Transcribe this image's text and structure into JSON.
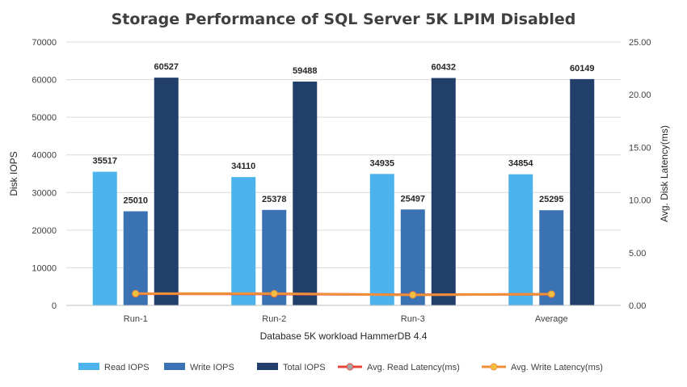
{
  "chart_data": {
    "type": "bar",
    "title": "Storage Performance of SQL Server 5K LPIM Disabled",
    "xlabel": "Database 5K workload HammerDB 4.4",
    "ylabel": "Disk IOPS",
    "y2label": "Avg. Disk Latency(ms)",
    "ylim": [
      0,
      70000
    ],
    "y2lim": [
      0,
      25
    ],
    "yticks": [
      "0",
      "10000",
      "20000",
      "30000",
      "40000",
      "50000",
      "60000",
      "70000"
    ],
    "y2ticks": [
      "0.00",
      "5.00",
      "10.00",
      "15.00",
      "20.00",
      "25.00"
    ],
    "grid": true,
    "legend_position": "bottom",
    "categories": [
      "Run-1",
      "Run-2",
      "Run-3",
      "Average"
    ],
    "series": [
      {
        "name": "Read IOPS",
        "kind": "bar",
        "axis": "left",
        "color": "#4db3ec",
        "values": [
          35517,
          34110,
          34935,
          34854
        ]
      },
      {
        "name": "Write IOPS",
        "kind": "bar",
        "axis": "left",
        "color": "#3a72b3",
        "values": [
          25010,
          25378,
          25497,
          25295
        ]
      },
      {
        "name": "Total IOPS",
        "kind": "bar",
        "axis": "left",
        "color": "#223e6b",
        "values": [
          60527,
          59488,
          60432,
          60149
        ]
      },
      {
        "name": "Avg. Read Latency(ms)",
        "kind": "line",
        "axis": "right",
        "color": "#e8443a",
        "marker": "#a5a5a5",
        "values": [
          1.1,
          1.08,
          1.02,
          1.05
        ]
      },
      {
        "name": "Avg. Write Latency(ms)",
        "kind": "line",
        "axis": "right",
        "color": "#ef8f3a",
        "marker": "#f0c040",
        "values": [
          1.12,
          1.12,
          1.0,
          1.07
        ]
      }
    ]
  }
}
